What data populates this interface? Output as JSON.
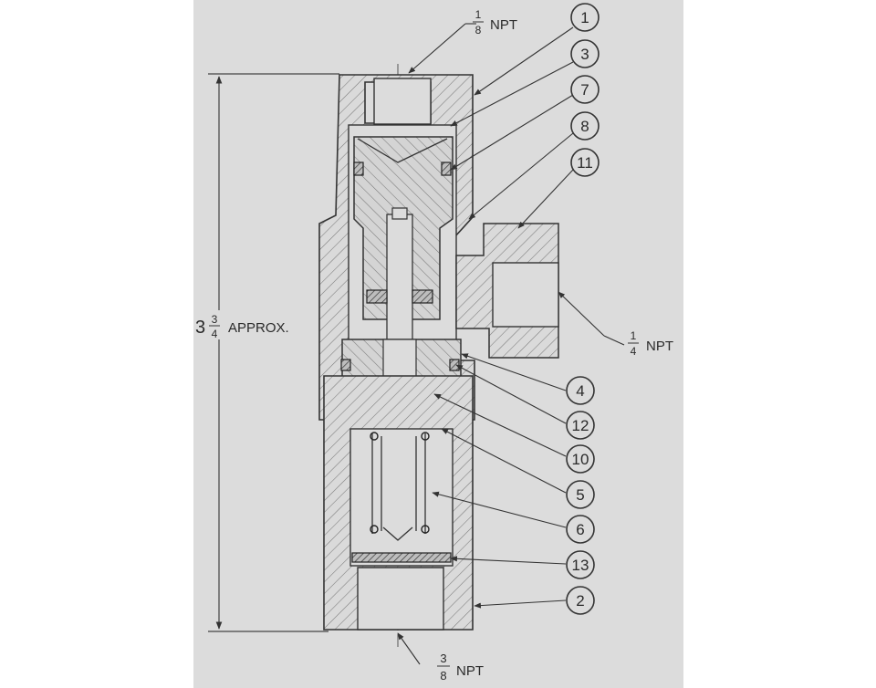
{
  "dimensions": {
    "top_port": {
      "whole": "",
      "num": "1",
      "den": "8",
      "unit": "NPT"
    },
    "side_port": {
      "whole": "",
      "num": "1",
      "den": "4",
      "unit": "NPT"
    },
    "bottom_port": {
      "whole": "",
      "num": "3",
      "den": "8",
      "unit": "NPT"
    },
    "height": {
      "whole": "3",
      "num": "3",
      "den": "4",
      "unit": "APPROX."
    }
  },
  "callouts": [
    "1",
    "3",
    "7",
    "8",
    "11",
    "4",
    "12",
    "10",
    "5",
    "6",
    "13",
    "2"
  ]
}
